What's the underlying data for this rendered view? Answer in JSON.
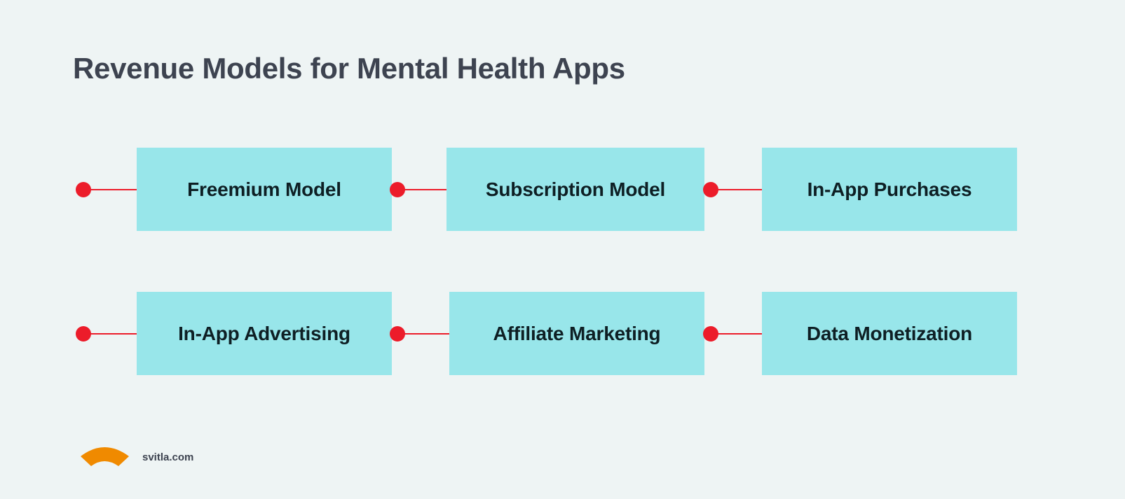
{
  "title": "Revenue Models for Mental Health Apps",
  "colors": {
    "background": "#eef4f4",
    "box_fill": "#98e6ea",
    "box_text": "#0e1f24",
    "connector": "#ec1c2a",
    "title_text": "#3d4350",
    "logo_accent": "#f08a00"
  },
  "rows": [
    {
      "items": [
        {
          "label": "Freemium Model"
        },
        {
          "label": "Subscription Model"
        },
        {
          "label": "In-App Purchases"
        }
      ]
    },
    {
      "items": [
        {
          "label": "In-App Advertising"
        },
        {
          "label": "Affiliate Marketing"
        },
        {
          "label": "Data Monetization"
        }
      ]
    }
  ],
  "footer": {
    "logo_icon": "svitla-arc-logo",
    "site": "svitla.com"
  }
}
